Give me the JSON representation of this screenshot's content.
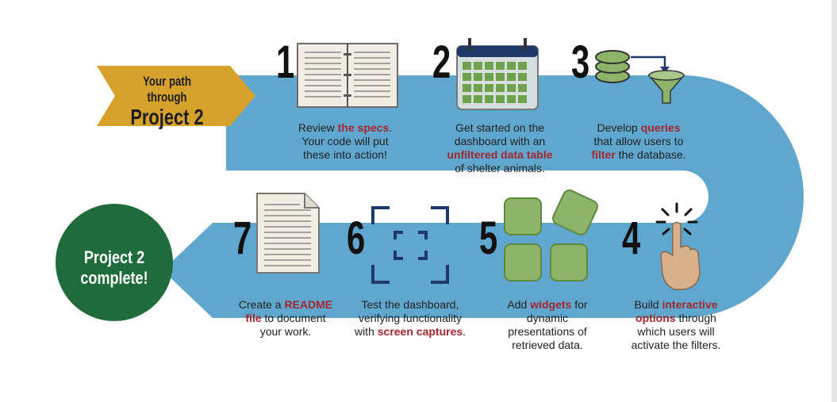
{
  "start": {
    "line1": "Your path through",
    "line2": "Project 2"
  },
  "end": {
    "line1": "Project 2",
    "line2": "complete!"
  },
  "colors": {
    "path": "#5fa7cf",
    "start_badge": "#d6a22b",
    "end_circle": "#1f6b3b",
    "highlight": "#a4262c",
    "green": "#8cb56a",
    "navy": "#1f3a68"
  },
  "steps": [
    {
      "number": "1",
      "icon": "open-book-icon",
      "caption": {
        "l1_pre": "Review ",
        "l1_hl": "the specs",
        "l1_post": ".",
        "l2": "Your code will put",
        "l3": "these into action!"
      }
    },
    {
      "number": "2",
      "icon": "calendar-grid-icon",
      "caption": {
        "l1": "Get started on the",
        "l2": "dashboard with an",
        "l3_hl": "unfiltered data table",
        "l4": "of shelter animals."
      }
    },
    {
      "number": "3",
      "icon": "database-filter-icon",
      "caption": {
        "l1_pre": "Develop ",
        "l1_hl": "queries",
        "l2": "that allow users to",
        "l3_hl": "filter",
        "l3_post": " the database."
      }
    },
    {
      "number": "4",
      "icon": "pointing-hand-icon",
      "caption": {
        "l1_pre": "Build ",
        "l1_hl": "interactive",
        "l2_hl": "options",
        "l2_post": " through",
        "l3": "which users will",
        "l4": "activate the filters."
      }
    },
    {
      "number": "5",
      "icon": "widgets-icon",
      "caption": {
        "l1_pre": "Add ",
        "l1_hl": "widgets",
        "l1_post": " for",
        "l2": "dynamic",
        "l3": "presentations of",
        "l4": "retrieved data."
      }
    },
    {
      "number": "6",
      "icon": "screen-capture-icon",
      "caption": {
        "l1": "Test the dashboard,",
        "l2": "verifying functionality",
        "l3_pre": "with ",
        "l3_hl": "screen captures",
        "l3_post": "."
      }
    },
    {
      "number": "7",
      "icon": "document-icon",
      "caption": {
        "l1_pre": "Create a ",
        "l1_hl": "README",
        "l2_hl": "file",
        "l2_post": " to document",
        "l3": "your work."
      }
    }
  ]
}
